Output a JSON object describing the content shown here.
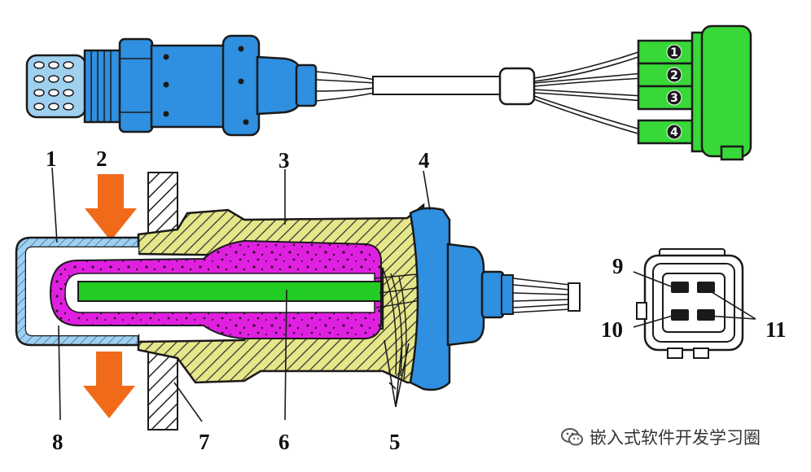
{
  "diagram": {
    "connector_pins": [
      "1",
      "2",
      "3",
      "4"
    ],
    "callouts": {
      "c1": "1",
      "c2": "2",
      "c3": "3",
      "c4": "4",
      "c5": "5",
      "c6": "6",
      "c7": "7",
      "c8": "8",
      "c9": "9",
      "c10": "10",
      "c11": "11"
    },
    "colors": {
      "sensor_blue": "#2f8fe0",
      "shield_light_blue": "#9fd0f0",
      "connector_green": "#38d838",
      "element_magenta": "#e020e0",
      "electrode_green": "#22cc22",
      "housing_yellow": "#e6e68a",
      "exhaust_arrow_orange": "#f06a1a"
    }
  },
  "watermark": {
    "text": "嵌入式软件开发学习圈",
    "icon": "wechat-icon"
  }
}
